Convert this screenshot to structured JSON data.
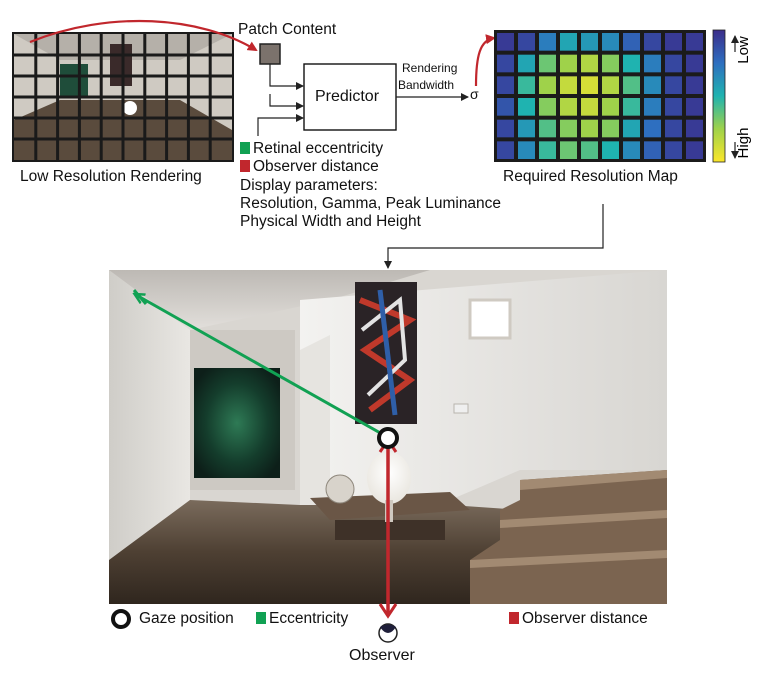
{
  "labels": {
    "patch_content": "Patch Content",
    "low_res": "Low Resolution Rendering",
    "predictor": "Predictor",
    "rendering": "Rendering",
    "bandwidth": "Bandwidth",
    "sigma": "σ",
    "required_map": "Required Resolution Map",
    "low": "Low",
    "high": "High",
    "retinal": "Retinal eccentricity",
    "observer_dist": "Observer distance",
    "display_params": "Display parameters:",
    "display_line1": "Resolution, Gamma, Peak Luminance",
    "display_line2": "Physical Width and Height",
    "gaze_position": "Gaze position",
    "eccentricity": "Eccentricity",
    "observer_distance": "Observer distance",
    "observer": "Observer"
  },
  "colors": {
    "green": "#11a153",
    "red": "#c1272d",
    "frame": "#1a1a1a"
  },
  "icons": [
    "gaze-ring-icon",
    "eye-icon",
    "arrow-icon"
  ],
  "resolution_map": {
    "rows": 6,
    "cols": 10,
    "values": [
      [
        0.05,
        0.1,
        0.3,
        0.45,
        0.4,
        0.35,
        0.2,
        0.1,
        0.05,
        0.05
      ],
      [
        0.1,
        0.45,
        0.65,
        0.75,
        0.8,
        0.7,
        0.5,
        0.3,
        0.1,
        0.05
      ],
      [
        0.1,
        0.55,
        0.75,
        0.85,
        0.9,
        0.8,
        0.6,
        0.35,
        0.1,
        0.05
      ],
      [
        0.15,
        0.5,
        0.7,
        0.8,
        0.85,
        0.75,
        0.55,
        0.3,
        0.1,
        0.05
      ],
      [
        0.1,
        0.4,
        0.6,
        0.7,
        0.75,
        0.7,
        0.45,
        0.25,
        0.1,
        0.05
      ],
      [
        0.1,
        0.35,
        0.55,
        0.65,
        0.6,
        0.5,
        0.35,
        0.2,
        0.1,
        0.05
      ]
    ]
  }
}
